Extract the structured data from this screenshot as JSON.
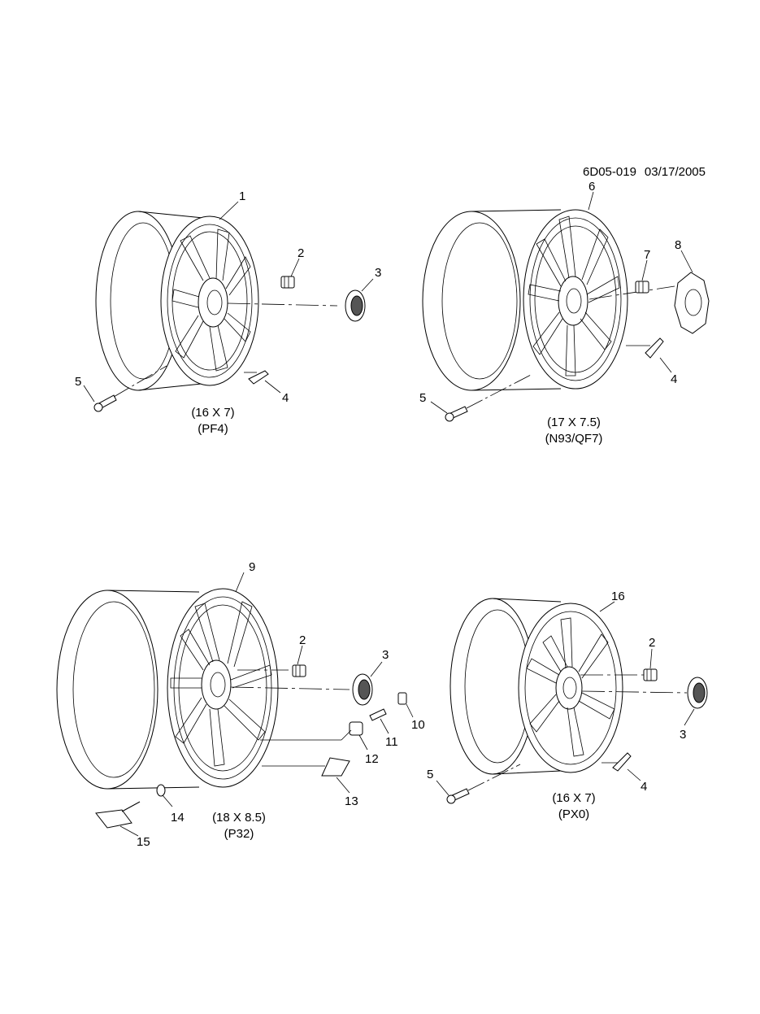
{
  "header": {
    "doc_id": "6D05-019",
    "date": "03/17/2005"
  },
  "wheels": [
    {
      "caption_size": "(16 X 7)",
      "caption_code": "(PF4)",
      "callouts": {
        "wheel": "1",
        "nut": "2",
        "cap": "3",
        "weight": "4",
        "valve": "5"
      }
    },
    {
      "caption_size": "(17 X 7.5)",
      "caption_code": "(N93/QF7)",
      "callouts": {
        "wheel": "6",
        "nut": "7",
        "cap": "8",
        "weight": "4",
        "valve": "5"
      }
    },
    {
      "caption_size": "(18 X 8.5)",
      "caption_code": "(P32)",
      "callouts": {
        "wheel": "9",
        "nut": "2",
        "cap": "3",
        "core": "10",
        "stem": "11",
        "grommet_cap": "12",
        "weight": "13",
        "seal": "14",
        "sensor": "15"
      }
    },
    {
      "caption_size": "(16 X 7)",
      "caption_code": "(PX0)",
      "callouts": {
        "wheel": "16",
        "nut": "2",
        "cap": "3",
        "weight": "4",
        "valve": "5"
      }
    }
  ]
}
